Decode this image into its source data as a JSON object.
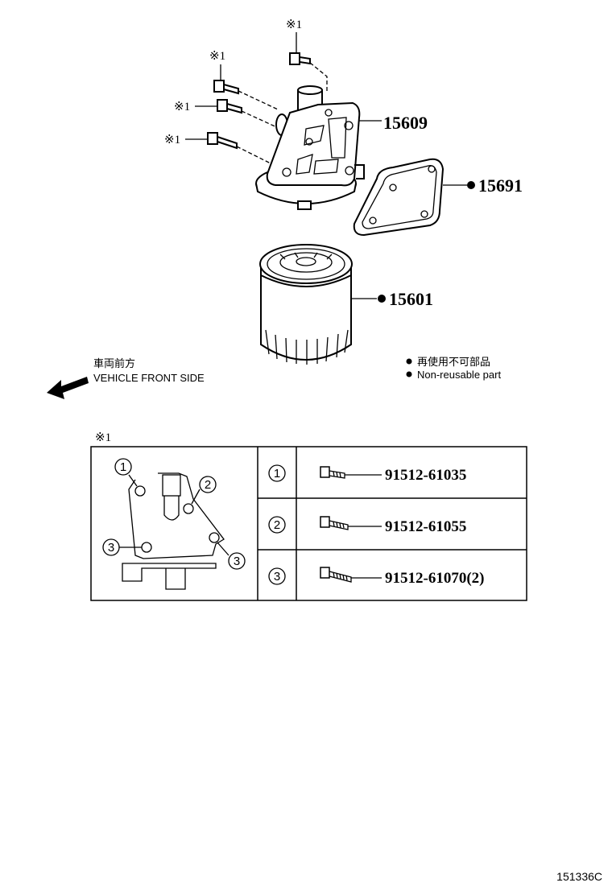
{
  "parts": {
    "bracket": "15609",
    "gasket": "15691",
    "filter": "15601"
  },
  "note_mark": "※1",
  "direction": {
    "japanese": "車両前方",
    "english": "VEHICLE FRONT SIDE"
  },
  "legend": {
    "japanese": "再使用不可部品",
    "english": "Non-reusable part"
  },
  "table": {
    "title": "※1",
    "rows": [
      {
        "index": "1",
        "part_number": "91512-61035"
      },
      {
        "index": "2",
        "part_number": "91512-61055"
      },
      {
        "index": "3",
        "part_number": "91512-61070(2)"
      }
    ],
    "callouts": [
      "1",
      "2",
      "3",
      "3"
    ]
  },
  "illustration_id": "151336C"
}
